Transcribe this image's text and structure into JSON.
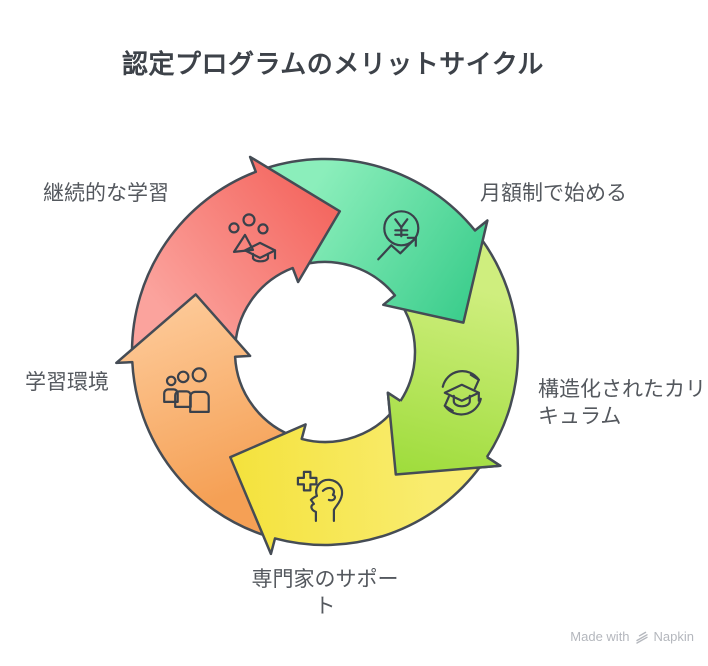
{
  "title": "認定プログラムのメリットサイクル",
  "diagram": {
    "type": "cycle",
    "outline_color": "#454c55",
    "segments": [
      {
        "id": "red",
        "label": "継続的な学習",
        "icon": "celebration-graduation-icon",
        "color_from": "#fba39d",
        "color_to": "#f4665f"
      },
      {
        "id": "green",
        "label": "月額制で始める",
        "icon": "yen-growth-icon",
        "color_from": "#8beebb",
        "color_to": "#3bcd8c"
      },
      {
        "id": "lime",
        "label": "構造化されたカリキュラム",
        "icon": "curriculum-cycle-icon",
        "color_from": "#cfee7e",
        "color_to": "#9edc3b"
      },
      {
        "id": "yellow",
        "label": "専門家のサポート",
        "icon": "expert-support-icon",
        "color_from": "#f9ec6f",
        "color_to": "#f4e23c"
      },
      {
        "id": "orange",
        "label": "学習環境",
        "icon": "people-group-icon",
        "color_from": "#f5a055",
        "color_to": "#fdc997"
      }
    ]
  },
  "footer": {
    "made_with": "Made with",
    "brand": "Napkin"
  }
}
